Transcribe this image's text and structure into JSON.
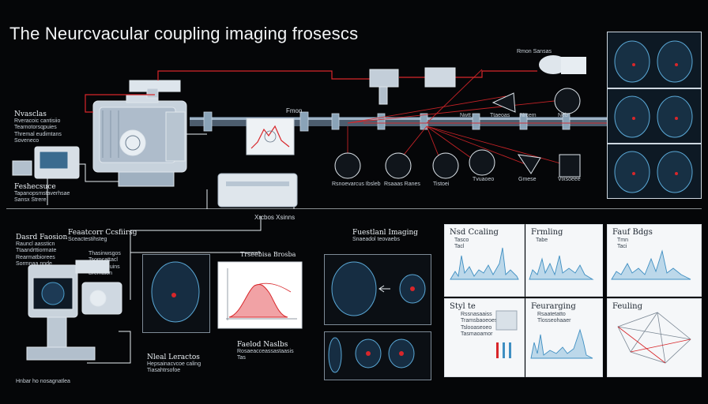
{
  "title": "The Neurcvacular coupling imaging frosescs",
  "left_block": {
    "heading": "Nvasclas",
    "lines": [
      "Rveracoic cantisiio",
      "Tearnotorsqpuies",
      "Thremal eudimtans",
      "Soveneco"
    ]
  },
  "left_block_2": {
    "heading": "Feshecsuce",
    "lines": [
      "Tapanopsmstaverhsae",
      "Sansx Strere"
    ]
  },
  "monitor_label": "Fmon",
  "hub_label": "Xrcbos Xsinns",
  "lower_left": {
    "heading": "Dasrd Faosion",
    "lines": [
      "Rauncl aassticn",
      "Ttaandrttiormate",
      "Rearmatbiorees",
      "Sormnaa nnde"
    ]
  },
  "lower_left_2": {
    "heading": "Feaatcorr Ccsfiirsg",
    "lines": [
      "Sceactestihsteg"
    ]
  },
  "mid_notes": [
    "Thasinwsgos",
    "Tsomcattacl",
    "Ssaariihiuins",
    "Bremaion"
  ],
  "curve_panel_label": "Trseebisa Brosba",
  "bottom_caption_1": {
    "heading": "Nleal Leractos",
    "lines": [
      "Hepsainacvcoe caling",
      "Tiasahtrsofoe"
    ]
  },
  "bottom_caption_2": {
    "heading": "Faelod Naslbs",
    "lines": [
      "Rosaeacceassastaasis",
      "Tas"
    ]
  },
  "bottom_footer": "Hnbar ho nosagnatlea",
  "functional_imaging": {
    "heading": "Fuestlanl Imaging",
    "sub": "Snaeadol teovaebs"
  },
  "top_right_label": "Rmon Sansas",
  "node_labels": [
    "Rsnoevarcus Ibsleb",
    "Rsaaas Ranes",
    "Tistoei",
    "Tvuaoeo",
    "Gmese",
    "Vixsoeee"
  ],
  "upper_node_labels": [
    "Nwtt",
    "Ttaeoas",
    "Nrcem",
    "Neb"
  ],
  "chart_panels": [
    {
      "title": "Nsd Ccaling",
      "lines": [
        "Tasco",
        "Tacl"
      ]
    },
    {
      "title": "Frmling",
      "lines": [
        "Tabe"
      ]
    },
    {
      "title": "Fauf Bdgs",
      "lines": [
        "Tmn",
        "Taci"
      ]
    },
    {
      "title": "Styl te",
      "lines": [
        "Rssnasaaiss",
        "Tramsbaoeoes",
        "Tslooaseoeo",
        "Tasmaoamor"
      ]
    },
    {
      "title": "Feurarging",
      "lines": [
        "Rsaatetatto",
        "Tlosseohaaer"
      ]
    },
    {
      "title": "Feuling",
      "lines": []
    }
  ],
  "colors": {
    "background": "#050608",
    "accent_red": "#d8262a",
    "scan_blue": "#4a9bc8",
    "chart_blue": "#3f8fc2",
    "panel_white": "#f5f7f9"
  }
}
